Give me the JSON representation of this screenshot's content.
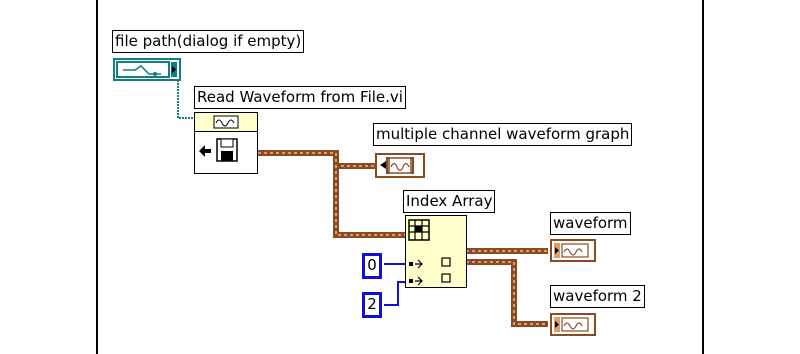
{
  "diagram": {
    "labels": {
      "file_path": "file path(dialog if empty)",
      "read_waveform": "Read Waveform from File.vi",
      "multi_graph": "multiple channel waveform graph",
      "index_array": "Index Array",
      "waveform": "waveform",
      "waveform2": "waveform 2"
    },
    "constants": {
      "index0": "0",
      "index2": "2"
    }
  },
  "colors": {
    "path_wire": "#0f7f7f",
    "waveform_wire": "#8a4a22",
    "waveform_wire_light": "#d8a070",
    "int_wire": "#1010d8",
    "subvi_bg": "#ffffcc"
  }
}
